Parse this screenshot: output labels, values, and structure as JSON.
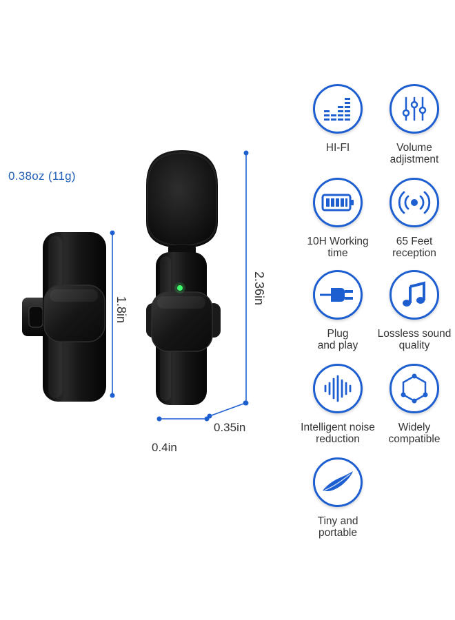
{
  "weight_label": "0.38oz (11g)",
  "dimensions": {
    "height_receiver": "1.8in",
    "height_mic": "2.36in",
    "depth": "0.35in",
    "width": "0.4in"
  },
  "features": [
    {
      "label": "HI-FI",
      "icon": "equalizer-icon"
    },
    {
      "label": "Volume\nadjistment",
      "icon": "volume-sliders-icon"
    },
    {
      "label": "10H Working\ntime",
      "icon": "battery-icon"
    },
    {
      "label": "65 Feet\nreception",
      "icon": "wireless-signal-icon"
    },
    {
      "label": "Plug\nand play",
      "icon": "plug-icon"
    },
    {
      "label": "Lossless sound\nquality",
      "icon": "music-note-icon"
    },
    {
      "label": "Intelligent noise\nreduction",
      "icon": "sound-wave-icon"
    },
    {
      "label": "Widely\ncompatible",
      "icon": "hexagon-network-icon"
    },
    {
      "label": "Tiny and\nportable",
      "icon": "feather-icon"
    }
  ],
  "colors": {
    "accent": "#1d5fd1",
    "weight_text": "#1f5fb8",
    "led": "#3cff6a",
    "device": "#111111"
  }
}
